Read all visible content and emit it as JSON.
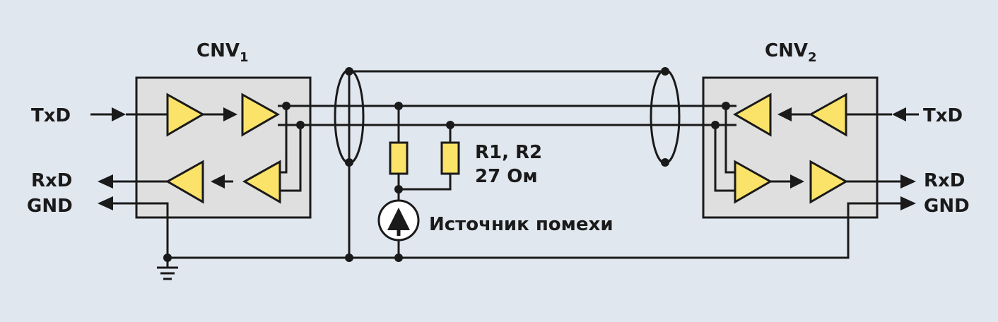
{
  "converter1": {
    "name": "CNV",
    "subscript": "1"
  },
  "converter2": {
    "name": "CNV",
    "subscript": "2"
  },
  "left_labels": {
    "txd": "TxD",
    "rxd": "RxD",
    "gnd": "GND"
  },
  "right_labels": {
    "txd": "TxD",
    "rxd": "RxD",
    "gnd": "GND"
  },
  "resistors": {
    "name": "R1, R2",
    "value": "27 Ом"
  },
  "noise_source": {
    "label": "Источник помехи"
  },
  "colors": {
    "background": "#e1e7ef",
    "amplifier": "#fbe36a",
    "box": "#dfdfdf",
    "line": "#1a1a1a"
  }
}
